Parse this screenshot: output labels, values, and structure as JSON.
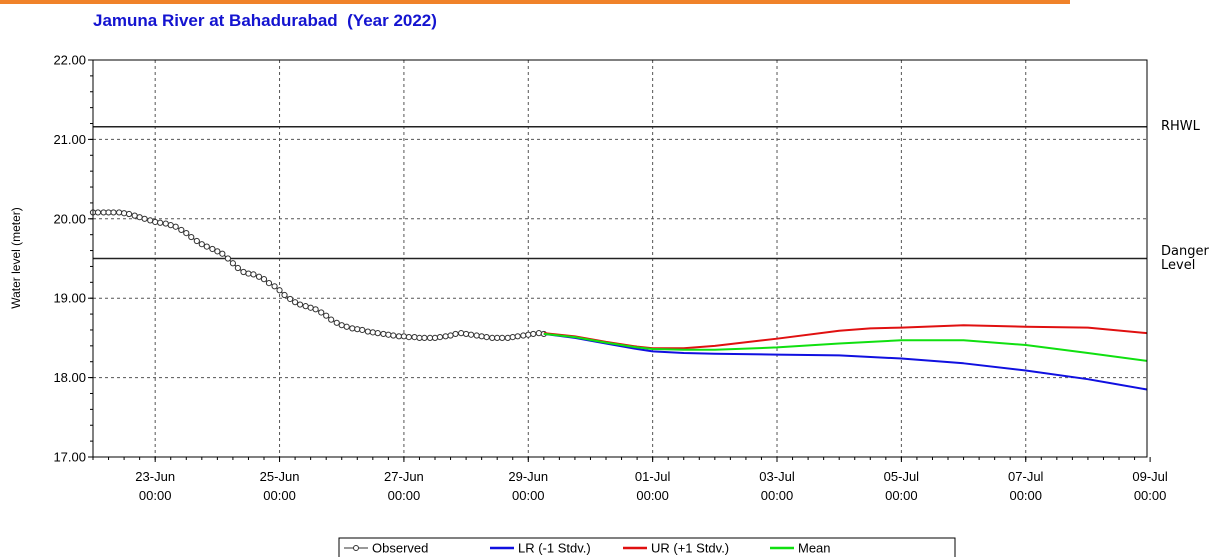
{
  "chart_data": {
    "type": "line",
    "title": "Jamuna River at Bahadurabad  (Year 2022)",
    "xlabel": "",
    "ylabel": "Water level (meter)",
    "ylim": [
      17.0,
      22.0
    ],
    "xlim_days": [
      0,
      16.95
    ],
    "x_start_date": "22-Jun 00:00",
    "y_ticks": [
      "17.00",
      "18.00",
      "19.00",
      "20.00",
      "21.00",
      "22.00"
    ],
    "x_ticks": [
      {
        "day": 1,
        "date": "23-Jun",
        "time": "00:00"
      },
      {
        "day": 3,
        "date": "25-Jun",
        "time": "00:00"
      },
      {
        "day": 5,
        "date": "27-Jun",
        "time": "00:00"
      },
      {
        "day": 7,
        "date": "29-Jun",
        "time": "00:00"
      },
      {
        "day": 9,
        "date": "01-Jul",
        "time": "00:00"
      },
      {
        "day": 11,
        "date": "03-Jul",
        "time": "00:00"
      },
      {
        "day": 13,
        "date": "05-Jul",
        "time": "00:00"
      },
      {
        "day": 15,
        "date": "07-Jul",
        "time": "00:00"
      },
      {
        "day": 17,
        "date": "09-Jul",
        "time": "00:00"
      }
    ],
    "grid": true,
    "reference_lines": [
      {
        "name": "RHWL",
        "value": 21.16,
        "lines": [
          "RHWL"
        ]
      },
      {
        "name": "Danger Level",
        "value": 19.5,
        "lines": [
          "Danger",
          "Level"
        ]
      }
    ],
    "series": [
      {
        "name": "Observed",
        "color": "#333333",
        "markers": true,
        "x": [
          0.0,
          0.08,
          0.17,
          0.25,
          0.33,
          0.42,
          0.5,
          0.58,
          0.67,
          0.75,
          0.83,
          0.92,
          1.0,
          1.08,
          1.17,
          1.25,
          1.33,
          1.42,
          1.5,
          1.58,
          1.67,
          1.75,
          1.83,
          1.92,
          2.0,
          2.08,
          2.17,
          2.25,
          2.33,
          2.42,
          2.5,
          2.58,
          2.67,
          2.75,
          2.83,
          2.92,
          3.0,
          3.08,
          3.17,
          3.25,
          3.33,
          3.42,
          3.5,
          3.58,
          3.67,
          3.75,
          3.83,
          3.92,
          4.0,
          4.08,
          4.17,
          4.25,
          4.33,
          4.42,
          4.5,
          4.58,
          4.67,
          4.75,
          4.83,
          4.92,
          5.0,
          5.08,
          5.17,
          5.25,
          5.33,
          5.42,
          5.5,
          5.58,
          5.67,
          5.75,
          5.83,
          5.92,
          6.0,
          6.08,
          6.17,
          6.25,
          6.33,
          6.42,
          6.5,
          6.58,
          6.67,
          6.75,
          6.83,
          6.92,
          7.0,
          7.08,
          7.17,
          7.25
        ],
        "y": [
          20.08,
          20.08,
          20.08,
          20.08,
          20.08,
          20.08,
          20.07,
          20.06,
          20.04,
          20.02,
          20.0,
          19.98,
          19.96,
          19.95,
          19.94,
          19.92,
          19.9,
          19.86,
          19.82,
          19.77,
          19.72,
          19.68,
          19.65,
          19.62,
          19.59,
          19.56,
          19.5,
          19.44,
          19.38,
          19.33,
          19.31,
          19.3,
          19.27,
          19.24,
          19.19,
          19.15,
          19.1,
          19.04,
          18.99,
          18.95,
          18.92,
          18.9,
          18.88,
          18.86,
          18.82,
          18.78,
          18.73,
          18.69,
          18.66,
          18.64,
          18.62,
          18.61,
          18.6,
          18.58,
          18.57,
          18.56,
          18.55,
          18.54,
          18.53,
          18.52,
          18.52,
          18.51,
          18.51,
          18.5,
          18.5,
          18.5,
          18.5,
          18.51,
          18.52,
          18.53,
          18.55,
          18.56,
          18.55,
          18.54,
          18.53,
          18.52,
          18.51,
          18.5,
          18.5,
          18.5,
          18.5,
          18.51,
          18.52,
          18.53,
          18.54,
          18.55,
          18.56,
          18.55
        ]
      },
      {
        "name": "LR (-1 Stdv.)",
        "color": "#1010e0",
        "x": [
          7.25,
          7.75,
          8.25,
          8.75,
          9.0,
          9.5,
          10.0,
          11.0,
          12.0,
          13.0,
          14.0,
          15.0,
          16.0,
          16.95
        ],
        "y": [
          18.55,
          18.5,
          18.43,
          18.36,
          18.33,
          18.31,
          18.3,
          18.29,
          18.28,
          18.24,
          18.18,
          18.09,
          17.98,
          17.85
        ]
      },
      {
        "name": "UR (+1 Stdv.)",
        "color": "#e01010",
        "x": [
          7.25,
          7.75,
          8.25,
          8.75,
          9.0,
          9.5,
          10.0,
          11.0,
          12.0,
          12.5,
          13.0,
          14.0,
          15.0,
          16.0,
          16.95
        ],
        "y": [
          18.56,
          18.52,
          18.45,
          18.39,
          18.37,
          18.37,
          18.4,
          18.49,
          18.59,
          18.62,
          18.63,
          18.66,
          18.64,
          18.63,
          18.56
        ]
      },
      {
        "name": "Mean",
        "color": "#10e010",
        "x": [
          7.25,
          7.75,
          8.25,
          8.75,
          9.0,
          9.5,
          10.0,
          11.0,
          12.0,
          13.0,
          14.0,
          15.0,
          16.0,
          16.95
        ],
        "y": [
          18.55,
          18.51,
          18.44,
          18.38,
          18.36,
          18.35,
          18.35,
          18.38,
          18.43,
          18.47,
          18.47,
          18.41,
          18.31,
          18.21
        ]
      }
    ],
    "legend": {
      "placement": "bottom",
      "entries": [
        "Observed",
        "LR (-1 Stdv.)",
        "UR (+1 Stdv.)",
        "Mean"
      ]
    }
  }
}
